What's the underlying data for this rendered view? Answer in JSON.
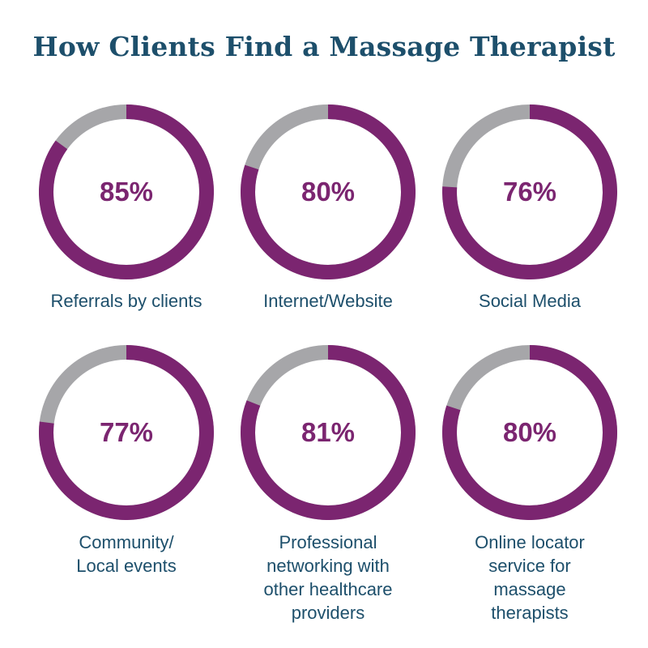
{
  "title": "How Clients Find a Massage Therapist",
  "colors": {
    "filled": "#7b2570",
    "remainder": "#a6a6a9",
    "title": "#1d4f6b",
    "percent_text": "#7b2570",
    "label_text": "#1d4f6b"
  },
  "chart_data": {
    "type": "pie",
    "style": "donut",
    "title": "How Clients Find a Massage Therapist",
    "max": 100,
    "items": [
      {
        "label": "Referrals by clients",
        "value": 85,
        "display": "85%"
      },
      {
        "label": "Internet/Website",
        "value": 80,
        "display": "80%"
      },
      {
        "label": "Social Media",
        "value": 76,
        "display": "76%"
      },
      {
        "label": "Community/\nLocal events",
        "value": 77,
        "display": "77%"
      },
      {
        "label": "Professional\nnetworking with\nother healthcare\nproviders",
        "value": 81,
        "display": "81%"
      },
      {
        "label": "Online locator\nservice for\nmassage\ntherapists",
        "value": 80,
        "display": "80%"
      }
    ]
  }
}
